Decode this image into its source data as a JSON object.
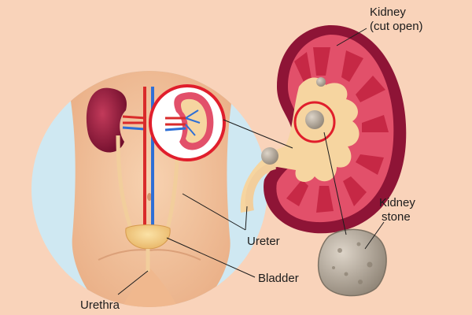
{
  "labels": {
    "kidney_line1": "Kidney",
    "kidney_line2": "(cut open)",
    "stone_line1": "Kidney",
    "stone_line2": "stone",
    "ureter": "Ureter",
    "bladder": "Bladder",
    "urethra": "Urethra"
  },
  "colors": {
    "background": "#f9d3ba",
    "sky_circle": "#cfe8f2",
    "skin": "#f3c29a",
    "kidney_dark": "#8e1436",
    "kidney_tissue": "#e2506a",
    "pelvis": "#f6d5a0",
    "highlight_ring": "#e01e2c",
    "stone": "#b7ab9c",
    "artery": "#d92b2b",
    "vein": "#2e6fd6"
  }
}
